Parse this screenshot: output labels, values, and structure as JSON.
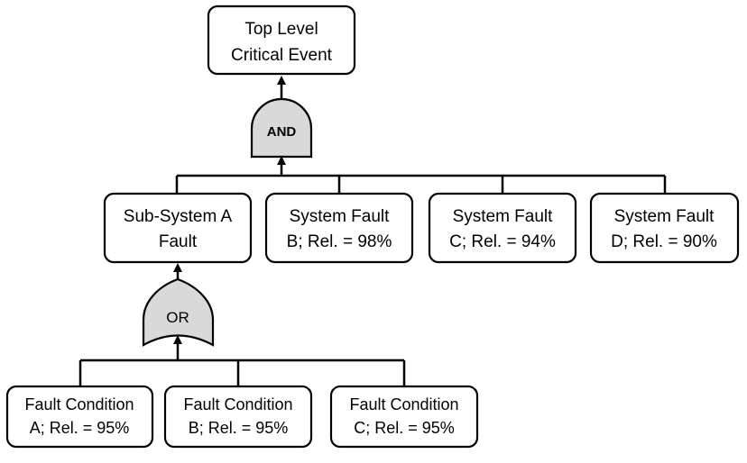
{
  "top_event": {
    "line1": "Top Level",
    "line2": "Critical Event"
  },
  "and_gate": {
    "label": "AND"
  },
  "or_gate": {
    "label": "OR"
  },
  "level1": [
    {
      "line1": "Sub-System A",
      "line2": "Fault"
    },
    {
      "line1": "System Fault",
      "line2": "B; Rel. = 98%"
    },
    {
      "line1": "System Fault",
      "line2": "C; Rel. = 94%"
    },
    {
      "line1": "System Fault",
      "line2": "D; Rel. = 90%"
    }
  ],
  "level2": [
    {
      "line1": "Fault Condition",
      "line2": "A; Rel. = 95%"
    },
    {
      "line1": "Fault Condition",
      "line2": "B; Rel. = 95%"
    },
    {
      "line1": "Fault Condition",
      "line2": "C; Rel. = 95%"
    }
  ],
  "colors": {
    "gate_fill": "#d9d9d9",
    "stroke": "#000000",
    "background": "#ffffff"
  }
}
